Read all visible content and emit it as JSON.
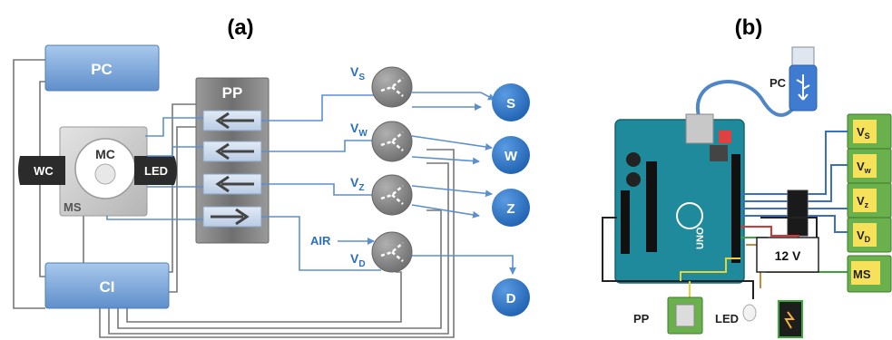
{
  "panels": {
    "a": {
      "caption": "(a)"
    },
    "b": {
      "caption": "(b)"
    }
  },
  "panel_a": {
    "pc": "PC",
    "pp": "PP",
    "mc": "MC",
    "ms": "MS",
    "wc": "WC",
    "led": "LED",
    "ci": "CI",
    "air": "AIR",
    "valves": [
      {
        "base": "V",
        "sub": "S"
      },
      {
        "base": "V",
        "sub": "W"
      },
      {
        "base": "V",
        "sub": "Z"
      },
      {
        "base": "V",
        "sub": "D"
      }
    ],
    "outlets": [
      "S",
      "W",
      "Z",
      "D"
    ]
  },
  "panel_b": {
    "pc": "PC",
    "pp": "PP",
    "led": "LED",
    "supply": "12 V",
    "board_text": "UNO",
    "modules": [
      {
        "base": "V",
        "sub": "S"
      },
      {
        "base": "V",
        "sub": "w"
      },
      {
        "base": "V",
        "sub": "z"
      },
      {
        "base": "V",
        "sub": "D"
      },
      {
        "base": "MS",
        "sub": ""
      }
    ]
  },
  "colors": {
    "box_blue": "#7aa6d8",
    "pp_gray": "#8a8a8a",
    "circle_blue": "#2a6fc0",
    "valve_gray": "#8c8c8c",
    "line_blue": "#5b8fd0",
    "wire_blue": "#3a6fc6",
    "arduino": "#1e8a9c",
    "module_green": "#6ab04c",
    "module_yellow": "#f5e15a"
  }
}
